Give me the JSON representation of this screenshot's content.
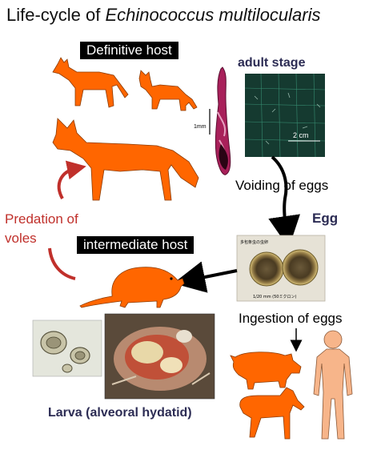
{
  "title": {
    "prefix": "Life-cycle of ",
    "species": "Echinococcus multilocularis"
  },
  "labels": {
    "definitive_host": "Definitive host",
    "adult_stage": "adult stage",
    "scale_1mm": "1mm",
    "scale_2cm": "2 cm",
    "voiding_of_eggs": "Voiding of eggs",
    "egg": "Egg",
    "egg_caption_top": "多包条虫の虫卵",
    "egg_caption_bottom": "1/20 mm (50ミクロン)",
    "predation_line1": "Predation of",
    "predation_line2": "voles",
    "intermediate_host": "intermediate host",
    "ingestion_of_eggs": "Ingestion of eggs",
    "larva": "Larva (alveoral hydatid)"
  },
  "colors": {
    "animal_orange": "#ff6600",
    "human_skin": "#f7b58a",
    "arrow_red": "#c0302b",
    "arrow_black": "#000000",
    "label_dark": "#2c2c54"
  }
}
